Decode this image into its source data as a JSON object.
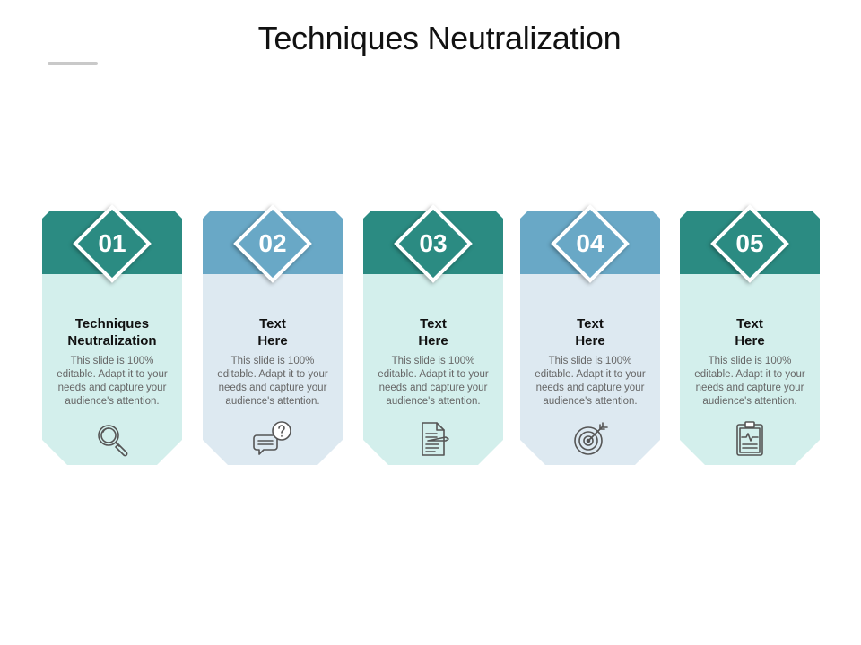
{
  "slide": {
    "title": "Techniques Neutralization"
  },
  "colors": {
    "dark_header": "#2b8b82",
    "dark_body": "#d3efec",
    "light_header": "#69a8c6",
    "light_body": "#dde9f1"
  },
  "cards": [
    {
      "number": "01",
      "heading_line1": "Techniques",
      "heading_line2": "Neutralization",
      "description": "This slide is 100% editable. Adapt it to your needs and capture your audience's attention.",
      "icon": "magnifier-icon",
      "style": "dark"
    },
    {
      "number": "02",
      "heading_line1": "Text",
      "heading_line2": "Here",
      "description": "This slide is 100% editable. Adapt it to your needs and capture your audience's attention.",
      "icon": "chat-question-icon",
      "style": "light"
    },
    {
      "number": "03",
      "heading_line1": "Text",
      "heading_line2": "Here",
      "description": "This slide is 100% editable. Adapt it to your needs and capture your audience's attention.",
      "icon": "document-pen-icon",
      "style": "dark"
    },
    {
      "number": "04",
      "heading_line1": "Text",
      "heading_line2": "Here",
      "description": "This slide is 100% editable. Adapt it to your needs and capture your audience's attention.",
      "icon": "target-arrow-icon",
      "style": "light"
    },
    {
      "number": "05",
      "heading_line1": "Text",
      "heading_line2": "Here",
      "description": "This slide is 100% editable. Adapt it to your needs and capture your audience's attention.",
      "icon": "clipboard-pulse-icon",
      "style": "dark"
    }
  ]
}
